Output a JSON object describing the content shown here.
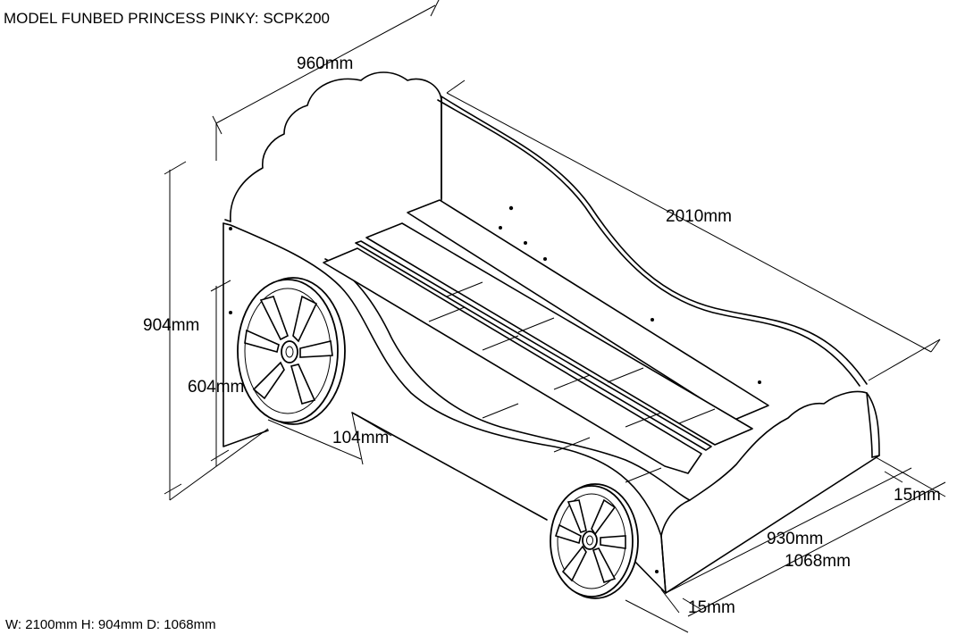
{
  "title": "MODEL FUNBED PRINCESS PINKY: SCPK200",
  "dimensions": {
    "width_top": "960mm",
    "length": "2010mm",
    "height_total": "904mm",
    "height_side": "604mm",
    "wheel_offset": "104mm",
    "side_thickness_right": "15mm",
    "inner_width": "930mm",
    "outer_width": "1068mm",
    "side_thickness_bottom": "15mm"
  },
  "footer": "W: 2100mm H: 904mm D: 1068mm",
  "colors": {
    "line": "#000000",
    "background": "#ffffff"
  }
}
